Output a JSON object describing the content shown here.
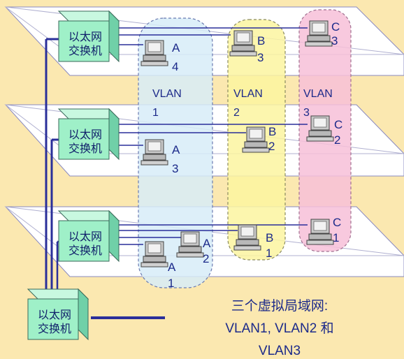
{
  "switches": [
    {
      "line1": "以太网",
      "line2": "交换机"
    },
    {
      "line1": "以太网",
      "line2": "交换机"
    },
    {
      "line1": "以太网",
      "line2": "交换机"
    },
    {
      "line1": "以太网",
      "line2": "交换机"
    }
  ],
  "computers": {
    "a4": {
      "letter": "A",
      "num": "4"
    },
    "a3": {
      "letter": "A",
      "num": "3"
    },
    "a2": {
      "letter": "A",
      "num": "2"
    },
    "a1": {
      "letter": "A",
      "num": "1"
    },
    "b3": {
      "letter": "B",
      "num": "3"
    },
    "b2": {
      "letter": "B",
      "num": "2"
    },
    "b1": {
      "letter": "B",
      "num": "1"
    },
    "c3": {
      "letter": "C",
      "num": "3"
    },
    "c2": {
      "letter": "C",
      "num": "2"
    },
    "c1": {
      "letter": "C",
      "num": "1"
    }
  },
  "vlans": [
    {
      "name": "VLAN",
      "num": "1"
    },
    {
      "name": "VLAN",
      "num": "2"
    },
    {
      "name": "VLAN",
      "num": "3"
    }
  ],
  "caption": {
    "line1": "三个虚拟局域网:",
    "line2": "VLAN1, VLAN2 和",
    "line3": "VLAN3"
  },
  "colors": {
    "background": "#fbe8b0",
    "vlan1": "#d7ecf8",
    "vlan2": "#fbf5a0",
    "vlan3": "#f7c0d8",
    "switch": "#9ff0c8",
    "cable": "#2a2f9a"
  }
}
